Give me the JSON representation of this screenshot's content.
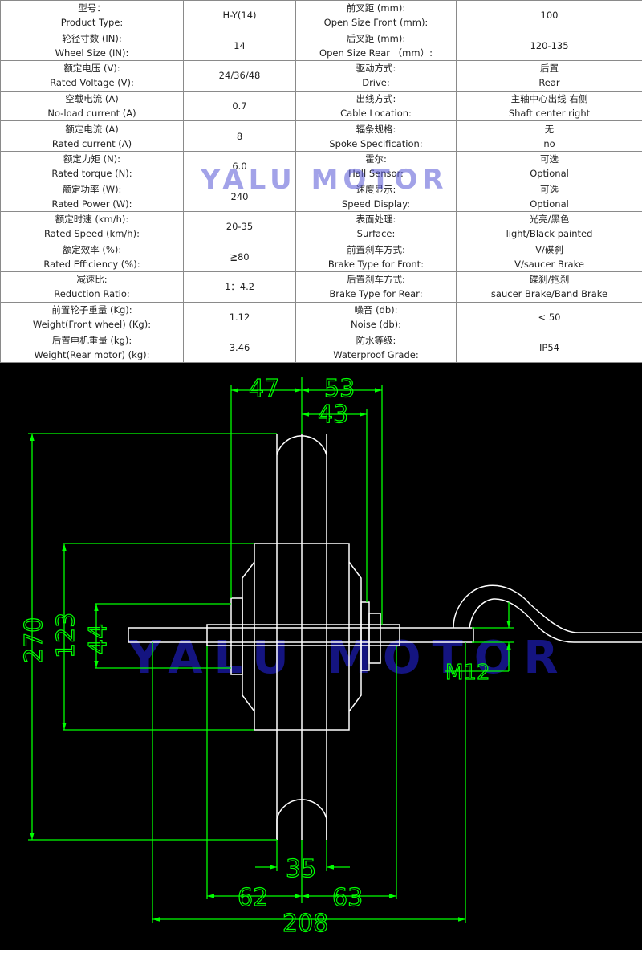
{
  "spec_rows": [
    {
      "l1": "型号：",
      "l2": "Product Type:",
      "v1": "H-Y(14)",
      "r1": "前叉距 (mm):",
      "r2": "Open Size Front (mm):",
      "w1": "100"
    },
    {
      "l1": "轮径寸数 (IN):",
      "l2": "Wheel Size (IN):",
      "v1": "14",
      "r1": "后叉距 (mm):",
      "r2": "Open Size Rear （mm）:",
      "w1": "120-135"
    },
    {
      "l1": "额定电压 (V):",
      "l2": "Rated Voltage (V):",
      "v1": "24/36/48",
      "r1": "驱动方式:",
      "r2": "Drive:",
      "w1": "后置",
      "w2": "Rear"
    },
    {
      "l1": "空载电流 (A)",
      "l2": "No-load current (A)",
      "v1": "0.7",
      "r1": "出线方式:",
      "r2": "Cable Location:",
      "w1": "主轴中心出线 右侧",
      "w2": "Shaft center right"
    },
    {
      "l1": "额定电流 (A)",
      "l2": "Rated current (A)",
      "v1": "8",
      "r1": "辐条规格:",
      "r2": "Spoke Specification:",
      "w1": "无",
      "w2": "no"
    },
    {
      "l1": "额定力矩 (N):",
      "l2": "Rated torque (N):",
      "v1": "6.0",
      "r1": "霍尔:",
      "r2": "Hall Sensor:",
      "w1": "可选",
      "w2": "Optional"
    },
    {
      "l1": "额定功率 (W):",
      "l2": "Rated Power (W):",
      "v1": "240",
      "r1": "速度显示:",
      "r2": "Speed Display:",
      "w1": "可选",
      "w2": "Optional"
    },
    {
      "l1": "额定时速 (km/h):",
      "l2": "Rated Speed (km/h):",
      "v1": "20-35",
      "r1": "表面处理:",
      "r2": "Surface:",
      "w1": "光亮/黑色",
      "w2": "light/Black painted"
    },
    {
      "l1": "额定效率 (%):",
      "l2": "Rated Efficiency (%):",
      "v1": "≧80",
      "r1": "前置刹车方式:",
      "r2": "Brake Type for Front:",
      "w1": "V/碟刹",
      "w2": "V/saucer Brake"
    },
    {
      "l1": "减速比:",
      "l2": "Reduction Ratio:",
      "v1": "1：4.2",
      "r1": "后置刹车方式:",
      "r2": "Brake Type for Rear:",
      "w1": "碟刹/抱刹",
      "w2": "saucer Brake/Band Brake"
    },
    {
      "l1": "前置轮子重量 (Kg):",
      "l2": "Weight(Front wheel) (Kg):",
      "v1": "1.12",
      "r1": "噪音 (db):",
      "r2": "Noise (db):",
      "w1": "< 50"
    },
    {
      "l1": "后置电机重量 (kg):",
      "l2": "Weight(Rear motor) (kg):",
      "v1": "3.46",
      "r1": "防水等级:",
      "r2": "Waterproof Grade:",
      "w1": "IP54"
    }
  ],
  "watermark": "YALU MOTOR",
  "dimensions": {
    "top_left": "47",
    "top_right": "53",
    "top_inner": "43",
    "height_total": "270",
    "height_hub": "123",
    "height_flange": "44",
    "thread": "M12",
    "bottom_35": "35",
    "bottom_left": "62",
    "bottom_right": "63",
    "bottom_total": "208"
  },
  "colors": {
    "dimension": "#00ff00",
    "outline": "#ffffff",
    "background": "#000000",
    "watermark": "#1a1a8a"
  }
}
